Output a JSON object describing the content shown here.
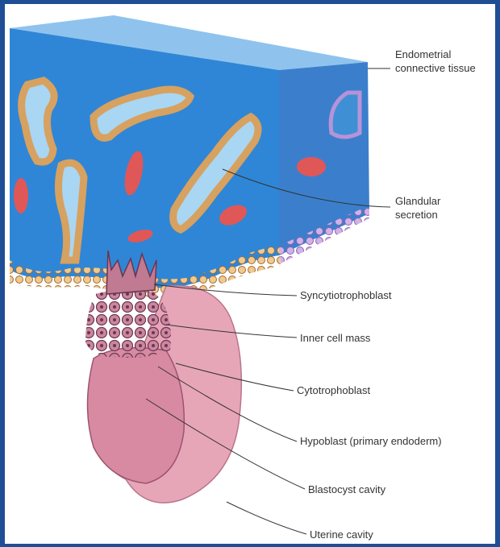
{
  "labels": {
    "endometrial_1": "Endometrial",
    "endometrial_2": "connective tissue",
    "glandular_1": "Glandular",
    "glandular_2": "secretion",
    "syncytiotrophoblast": "Syncytiotrophoblast",
    "inner_cell_mass": "Inner cell mass",
    "cytotrophoblast": "Cytotrophoblast",
    "hypoblast": "Hypoblast (primary endoderm)",
    "blastocyst_cavity": "Blastocyst cavity",
    "uterine_cavity": "Uterine cavity"
  },
  "colors": {
    "tissue_front": "#2f86d6",
    "tissue_top": "#8fc3ee",
    "tissue_side": "#3b7fcc",
    "epithelium": "#e8b877",
    "gland_lumen": "#a9d6f2",
    "blood_vessel": "#e05757",
    "blastocyst": "#e7a6b8",
    "frame": "#1f4e94"
  }
}
